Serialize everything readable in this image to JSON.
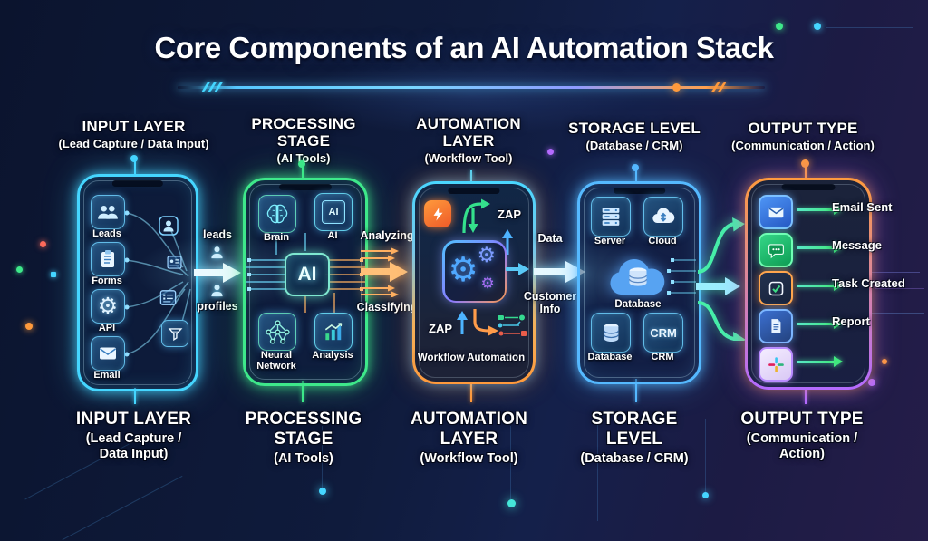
{
  "title": "Core Components of an AI Automation Stack",
  "glyphs": {
    "gear": "⚙"
  },
  "panels": {
    "input": {
      "header": "INPUT LAYER",
      "subheader": "(Lead Capture / Data Input)",
      "accent": "#45d6ff",
      "items": [
        {
          "icon": "users-icon",
          "label": "Leads"
        },
        {
          "icon": "clipboard-icon",
          "label": "Forms"
        },
        {
          "icon": "gear-icon",
          "label": "API"
        },
        {
          "icon": "envelope-icon",
          "label": "Email"
        }
      ],
      "side_icons": [
        "person-icon",
        "id-card-icon",
        "list-icon",
        "funnel-icon"
      ]
    },
    "processing": {
      "header": "PROCESSING STAGE",
      "subheader": "(AI Tools)",
      "accent": "#3ee88a",
      "core_label": "AI",
      "chip_label": "AI",
      "items": [
        {
          "icon": "brain-icon",
          "label": "Brain"
        },
        {
          "icon": "ai-chip-icon",
          "label": "AI"
        },
        {
          "icon": "neural-network-icon",
          "label": "Neural Network"
        },
        {
          "icon": "bar-chart-icon",
          "label": "Analysis"
        }
      ]
    },
    "automation": {
      "header": "AUTOMATION LAYER",
      "subheader": "(Workflow Tool)",
      "accent_top": "#49d6ff",
      "accent_bottom": "#ff9a3c",
      "zap_labels": [
        "ZAP",
        "ZAP"
      ],
      "caption": "Workflow Automation",
      "icons": [
        "lightning-icon",
        "gears-icon",
        "workflow-nodes-icon"
      ]
    },
    "storage": {
      "header": "STORAGE LEVEL",
      "subheader": "(Database / CRM)",
      "accent": "#55b9ff",
      "center_label": "Database",
      "crm_label": "CRM",
      "items": [
        {
          "icon": "server-icon",
          "label": "Server"
        },
        {
          "icon": "cloud-icon",
          "label": "Cloud"
        },
        {
          "icon": "database-icon",
          "label": "Database"
        },
        {
          "icon": "crm-icon",
          "label": "CRM"
        }
      ]
    },
    "output": {
      "header": "OUTPUT TYPE",
      "subheader": "(Communication / Action)",
      "accent_top": "#ff9a3c",
      "accent_bottom": "#b46bff",
      "items": [
        {
          "icon": "email-icon",
          "label": "Email Sent"
        },
        {
          "icon": "chat-icon",
          "label": "Message"
        },
        {
          "icon": "task-icon",
          "label": "Task Created"
        },
        {
          "icon": "report-icon",
          "label": "Report"
        },
        {
          "icon": "slack-icon",
          "label": ""
        }
      ]
    }
  },
  "connectors": {
    "input_processing": {
      "top": "leads",
      "bottom": "profiles"
    },
    "processing_automation": {
      "top": "Analyzing",
      "bottom": "Classifying"
    },
    "automation_storage": {
      "top": "Data",
      "bottom": "Customer Info"
    }
  },
  "colors": {
    "background": "#101a38",
    "cyan": "#45d6ff",
    "green": "#3ee88a",
    "orange": "#ff9a3c",
    "blue": "#55b9ff",
    "purple": "#b46bff"
  }
}
